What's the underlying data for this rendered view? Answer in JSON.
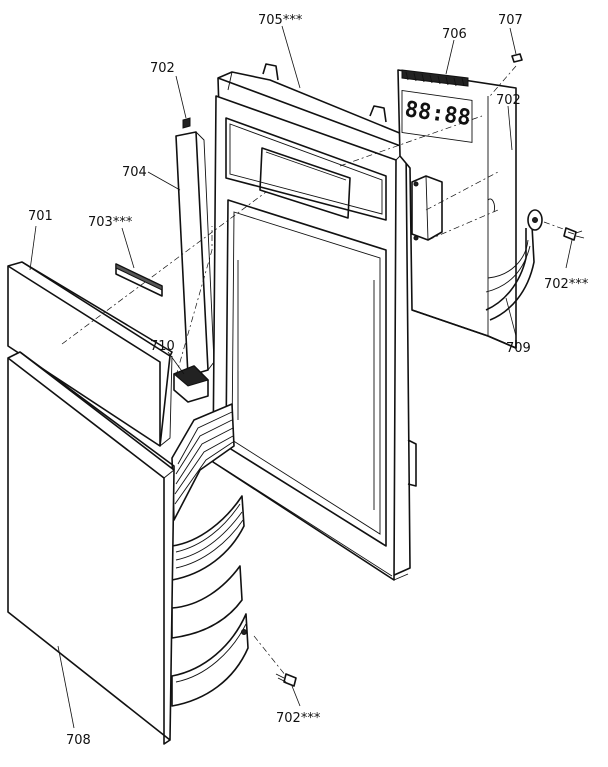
{
  "callouts": {
    "c701": "701",
    "c702_top_left": "702",
    "c702_top_right": "702",
    "c702_right_screw": "702***",
    "c702_bottom_screw": "702***",
    "c703": "703***",
    "c704": "704",
    "c705": "705***",
    "c706": "706",
    "c707": "707",
    "c708": "708",
    "c709": "709",
    "c710": "710"
  },
  "display": {
    "digits": "88:88"
  }
}
